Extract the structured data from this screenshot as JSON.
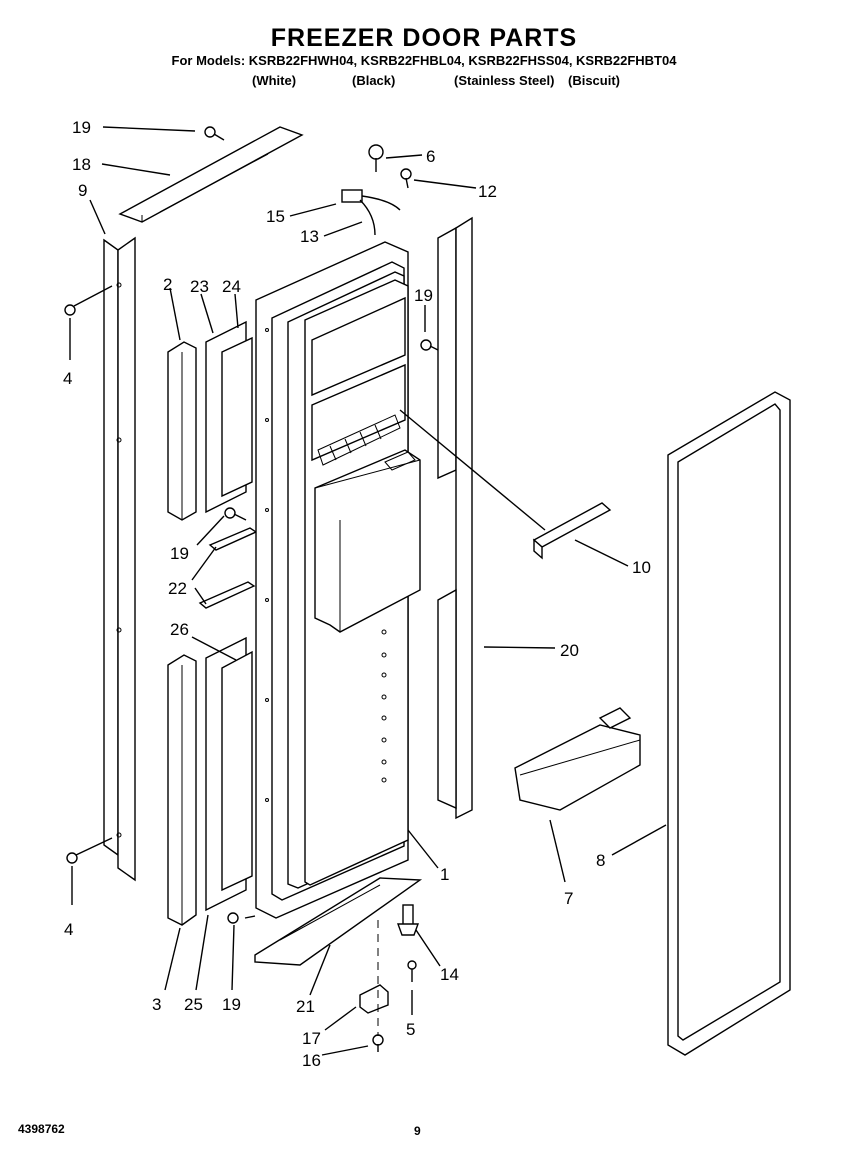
{
  "header": {
    "title": "FREEZER DOOR PARTS",
    "models": "For Models: KSRB22FHWH04, KSRB22FHBL04, KSRB22FHSS04, KSRB22FHBT04",
    "variants": [
      "(White)",
      "(Black)",
      "(Stainless Steel)",
      "(Biscuit)"
    ]
  },
  "callouts": [
    "19",
    "18",
    "9",
    "4",
    "2",
    "23",
    "24",
    "19",
    "22",
    "26",
    "4",
    "3",
    "25",
    "19",
    "21",
    "17",
    "16",
    "6",
    "12",
    "15",
    "13",
    "19",
    "10",
    "20",
    "1",
    "14",
    "5",
    "7",
    "8"
  ],
  "footer": {
    "doc_number": "4398762",
    "page_number": "9"
  }
}
